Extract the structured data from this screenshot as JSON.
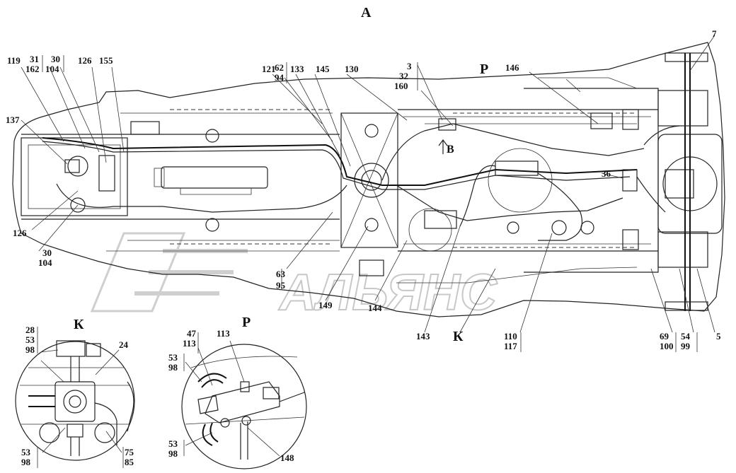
{
  "views": {
    "main": "А",
    "detail_k": "К",
    "detail_p": "Р",
    "view_b": "В"
  },
  "watermark": "АЛЬЯНС",
  "labels": {
    "l119": "119",
    "l162": "162",
    "l31": "31",
    "l104a": "104",
    "l30a": "30",
    "l126a": "126",
    "l155": "155",
    "l137": "137",
    "l126b": "126",
    "l30b": "30",
    "l104b": "104",
    "l121": "121",
    "l62": "62",
    "l94": "94",
    "l133": "133",
    "l145": "145",
    "l130": "130",
    "l3": "3",
    "l32": "32",
    "l160": "160",
    "lP": "Р",
    "l146": "146",
    "l7": "7",
    "l36": "36",
    "l63": "63",
    "l95": "95",
    "l149": "149",
    "l144": "144",
    "l143": "143",
    "lK": "К",
    "l110": "110",
    "l117": "117",
    "l69": "69",
    "l100": "100",
    "l54": "54",
    "l99": "99",
    "l5": "5",
    "k28": "28",
    "k53a": "53",
    "k98a": "98",
    "k24": "24",
    "k53b": "53",
    "k98b": "98",
    "k75": "75",
    "k85": "85",
    "p47": "47",
    "p113a": "113",
    "p113b": "113",
    "p53a": "53",
    "p98a": "98",
    "p53b": "53",
    "p98b": "98",
    "p148": "148"
  }
}
